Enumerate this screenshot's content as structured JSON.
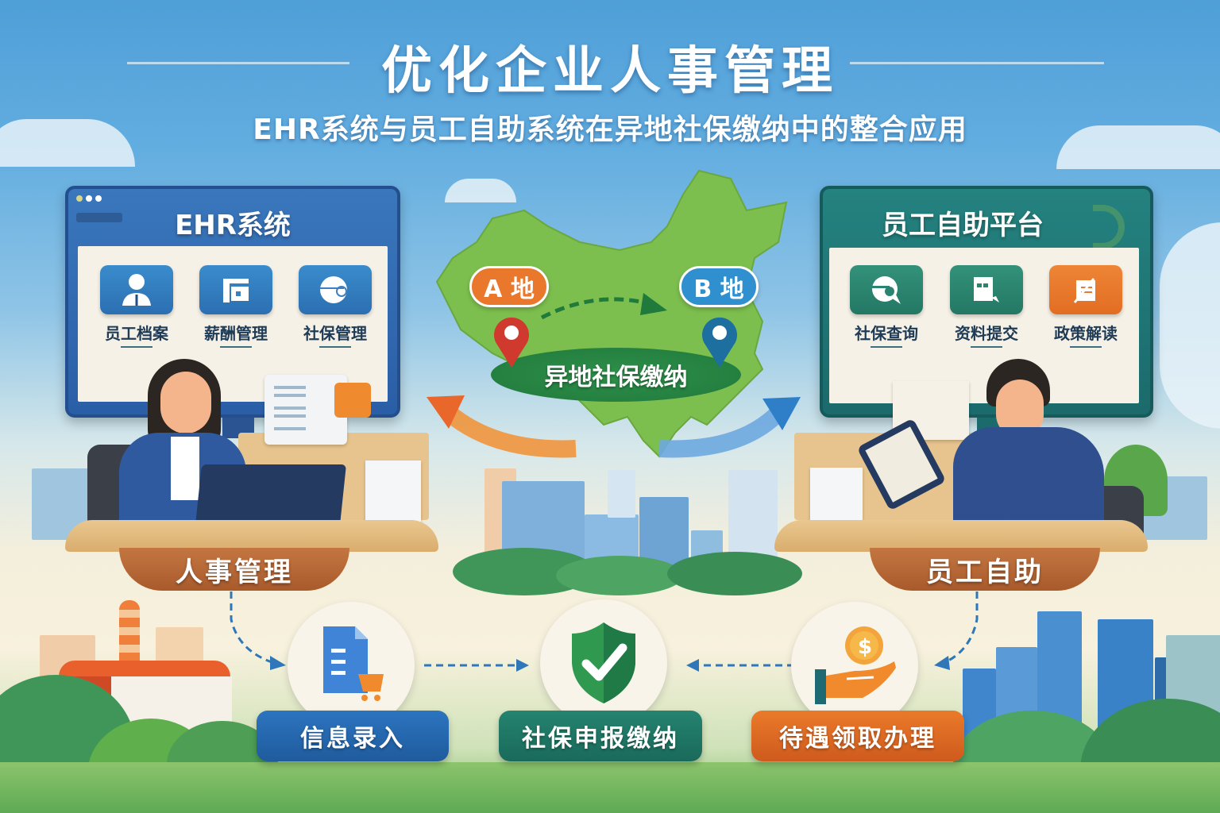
{
  "header": {
    "title": "优化企业人事管理",
    "subtitle": "EHR系统与员工自助系统在异地社保缴纳中的整合应用"
  },
  "left_panel": {
    "title": "EHR系统",
    "color": "#2f6db3",
    "tiles": [
      {
        "icon": "employee-icon",
        "label": "员工档案"
      },
      {
        "icon": "document-icon",
        "label": "薪酬管理"
      },
      {
        "icon": "chart-icon",
        "label": "社保管理"
      }
    ],
    "desk_label": "人事管理"
  },
  "right_panel": {
    "title": "员工自助平台",
    "color": "#1f7b7a",
    "tiles": [
      {
        "icon": "chat-icon",
        "label": "社保查询",
        "color": "#2e8a73"
      },
      {
        "icon": "form-icon",
        "label": "资料提交",
        "color": "#2e8a73"
      },
      {
        "icon": "edit-icon",
        "label": "政策解读",
        "color": "#e9772c"
      }
    ],
    "desk_label": "员工自助"
  },
  "map": {
    "location_a": "A 地",
    "location_b": "B 地",
    "center_label": "异地社保缴纳",
    "color_a": "#e9772c",
    "color_b": "#2f8fcf",
    "map_color": "#7dbf4e"
  },
  "process": [
    {
      "icon": "document-cart-icon",
      "label": "信息录入",
      "color": "#2466ad"
    },
    {
      "icon": "shield-check-icon",
      "label": "社保申报缴纳",
      "color": "#1f7a63"
    },
    {
      "icon": "coin-hand-icon",
      "label": "待遇领取办理",
      "color": "#de6322"
    }
  ]
}
